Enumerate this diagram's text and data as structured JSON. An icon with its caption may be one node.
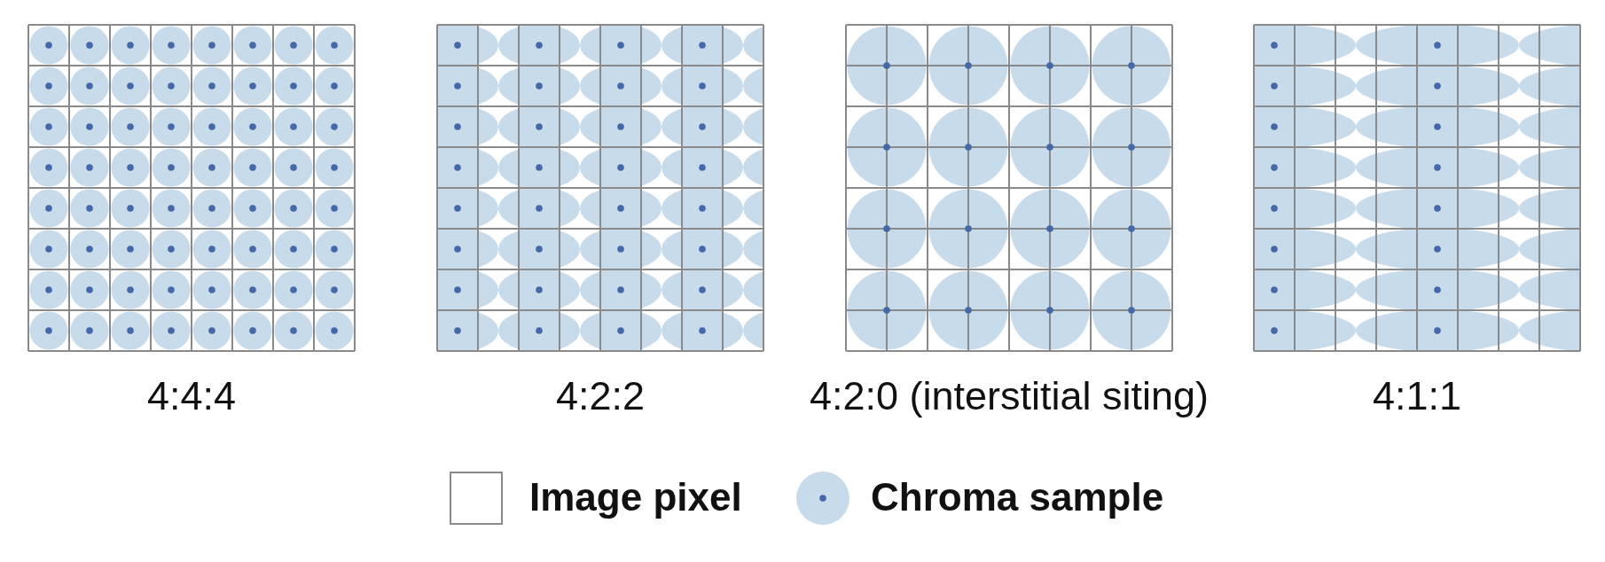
{
  "diagram": {
    "labels": [
      "4:4:4",
      "4:2:2",
      "4:2:0 (interstitial siting)",
      "4:1:1"
    ],
    "legend": [
      {
        "text": "Image pixel"
      },
      {
        "text": "Chroma sample"
      }
    ]
  }
}
